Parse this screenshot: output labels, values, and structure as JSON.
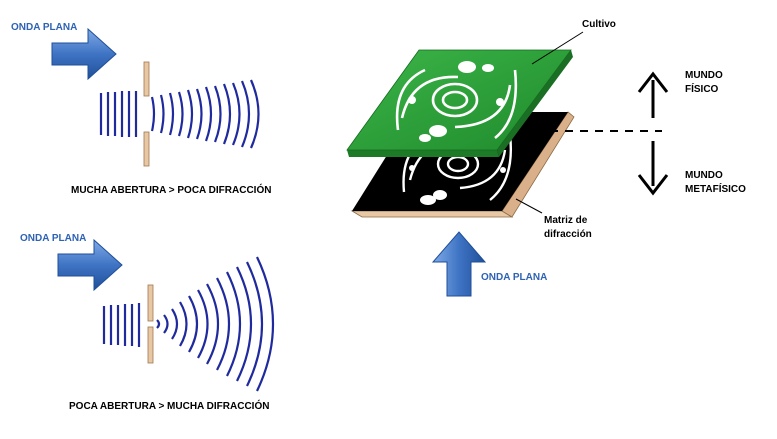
{
  "top_panel": {
    "label_plane_wave": "ONDA PLANA",
    "caption": "MUCHA ABERTURA > POCA DIFRACCIÓN"
  },
  "bottom_panel": {
    "label_plane_wave": "ONDA PLANA",
    "caption": "POCA ABERTURA > MUCHA DIFRACCIÓN"
  },
  "right_panel": {
    "label_culture": "Cultivo",
    "label_matrix_line1": "Matriz de",
    "label_matrix_line2": "difracción",
    "label_plane_wave": "ONDA PLANA",
    "label_physical_line1": "MUNDO",
    "label_physical_line2": "FÍSICO",
    "label_metaphysical_line1": "MUNDO",
    "label_metaphysical_line2": "METAFÍSICO"
  },
  "colors": {
    "wave_stroke": "#1f2a9e",
    "blue_arrow": "#3f74c4",
    "label_blue": "#2e62b4",
    "board_green": "#2fa23a",
    "board_black": "#000000",
    "slit_plate": "#e8c7a4"
  },
  "icons": {
    "plane_wave_arrow": "arrow-right-icon",
    "vertical_arrow": "arrow-up-icon",
    "double_arrow": "double-vertical-arrow-icon"
  }
}
